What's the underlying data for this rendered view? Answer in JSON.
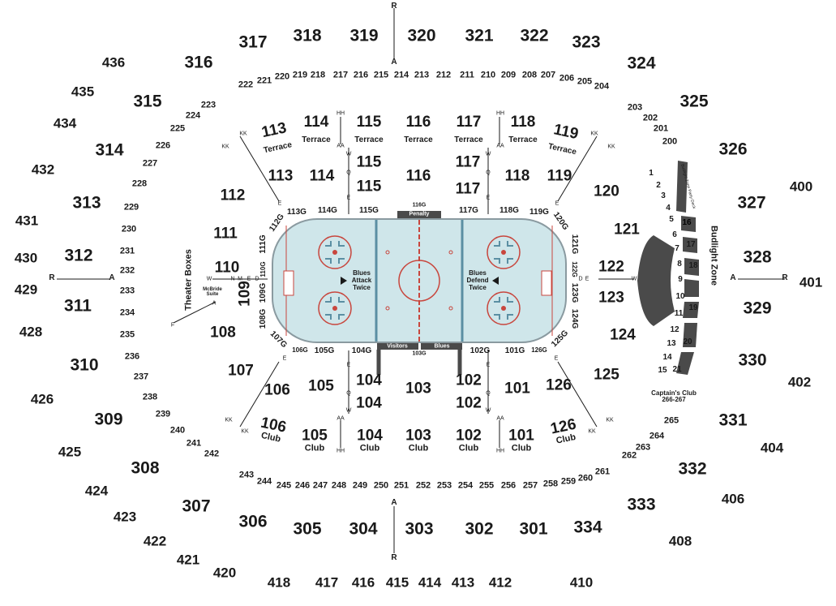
{
  "colors": {
    "ice": "#cfe6ea",
    "board": "#8a9aa0",
    "blue_line": "#5b8fa3",
    "red_line": "#c8463d",
    "dark_section": "#4a4a4a",
    "text": "#1a1a1a"
  },
  "labels": {
    "upper": {
      "s436": "436",
      "s435": "435",
      "s434": "434",
      "s432": "432",
      "s431": "431",
      "s430": "430",
      "s429": "429",
      "s428": "428",
      "s426": "426",
      "s425": "425",
      "s424": "424",
      "s423": "423",
      "s422": "422",
      "s421": "421",
      "s420": "420",
      "s418": "418",
      "s417": "417",
      "s416": "416",
      "s415": "415",
      "s414": "414",
      "s413": "413",
      "s412": "412",
      "s410": "410",
      "s400": "400",
      "s401": "401",
      "s402": "402",
      "s404": "404",
      "s406": "406",
      "s408": "408"
    },
    "middle": {
      "s317": "317",
      "s318": "318",
      "s319": "319",
      "s320": "320",
      "s321": "321",
      "s322": "322",
      "s323": "323",
      "s324": "324",
      "s316": "316",
      "s315": "315",
      "s314": "314",
      "s313": "313",
      "s312": "312",
      "s311": "311",
      "s310": "310",
      "s309": "309",
      "s308": "308",
      "s307": "307",
      "s306": "306",
      "s305": "305",
      "s304": "304",
      "s303": "303",
      "s302": "302",
      "s301": "301",
      "s334": "334",
      "s333": "333",
      "s332": "332",
      "s331": "331",
      "s330": "330",
      "s329": "329",
      "s328": "328",
      "s327": "327",
      "s326": "326",
      "s325": "325"
    },
    "two_hundreds": {
      "s222": "222",
      "s221": "221",
      "s220": "220",
      "s219": "219",
      "s218": "218",
      "s217": "217",
      "s216": "216",
      "s215": "215",
      "s214": "214",
      "s213": "213",
      "s212": "212",
      "s211": "211",
      "s210": "210",
      "s209": "209",
      "s208": "208",
      "s207": "207",
      "s206": "206",
      "s205": "205",
      "s204": "204",
      "s203": "203",
      "s202": "202",
      "s201": "201",
      "s200": "200",
      "s223": "223",
      "s224": "224",
      "s225": "225",
      "s226": "226",
      "s227": "227",
      "s228": "228",
      "s229": "229",
      "s230": "230",
      "s231": "231",
      "s232": "232",
      "s233": "233",
      "s234": "234",
      "s235": "235",
      "s236": "236",
      "s237": "237",
      "s238": "238",
      "s239": "239",
      "s240": "240",
      "s241": "241",
      "s242": "242",
      "s243": "243",
      "s244": "244",
      "s245": "245",
      "s246": "246",
      "s247": "247",
      "s248": "248",
      "s249": "249",
      "s250": "250",
      "s251": "251",
      "s252": "252",
      "s253": "253",
      "s254": "254",
      "s255": "255",
      "s256": "256",
      "s257": "257",
      "s258": "258",
      "s259": "259",
      "s260": "260",
      "s261": "261",
      "s262": "262",
      "s263": "263",
      "s264": "264",
      "s265": "265"
    },
    "lower": {
      "s114t": "114",
      "s115t": "115",
      "s116t": "116",
      "s117t": "117",
      "s118t": "118",
      "s113": "113",
      "s114": "114",
      "s115a": "115",
      "s115b": "115",
      "s116": "116",
      "s117a": "117",
      "s117b": "117",
      "s118": "118",
      "s119": "119",
      "s112": "112",
      "s120": "120",
      "s111": "111",
      "s121": "121",
      "s110": "110",
      "s122": "122",
      "s109": "109",
      "s123": "123",
      "s108": "108",
      "s124": "124",
      "s107": "107",
      "s125": "125",
      "s106": "106",
      "s126": "126",
      "s105": "105",
      "s104a": "104",
      "s104b": "104",
      "s103": "103",
      "s102a": "102",
      "s102b": "102",
      "s101": "101",
      "s105c": "105",
      "s104c": "104",
      "s103c": "103",
      "s102c": "102",
      "s101c": "101",
      "s113t": "113",
      "s119t": "119",
      "s106c": "106",
      "s126c": "126"
    },
    "terrace": "Terrace",
    "club": "Club",
    "glass": {
      "g113": "113G",
      "g114": "114G",
      "g115": "115G",
      "g116": "116G",
      "g117": "117G",
      "g118": "118G",
      "g119": "119G",
      "g112": "112G",
      "g120": "120G",
      "g111": "111G",
      "g121": "121G",
      "g110": "110G",
      "g122": "122G",
      "g109": "109G",
      "g123": "123G",
      "g108": "108G",
      "g124": "124G",
      "g107": "107G",
      "g125": "125G",
      "g106": "106G",
      "g105": "105G",
      "g104": "104G",
      "g103": "103G",
      "g102": "102G",
      "g101": "101G",
      "g126": "126G"
    },
    "benches": {
      "penalty": "Penalty",
      "visitors": "Visitors",
      "blues": "Blues"
    },
    "ice_text": {
      "attack": "Blues\nAttack\nTwice",
      "defend": "Blues\nDefend\nTwice"
    },
    "zones": {
      "theater_boxes": "Theater Boxes",
      "mcbride": "McBride\nSuite",
      "budlight_zone": "Budlight Zone",
      "budlight_party": "Budlight Zone Party Deck",
      "captains_club": "Captain's Club\n266-267"
    },
    "budlight_nums": [
      "1",
      "2",
      "3",
      "4",
      "5",
      "6",
      "7",
      "8",
      "9",
      "10",
      "11",
      "12",
      "13",
      "14",
      "15",
      "16",
      "17",
      "18",
      "19",
      "20",
      "21"
    ],
    "rows": {
      "R": "R",
      "A": "A",
      "HH": "HH",
      "AA": "AA",
      "KK": "KK",
      "W": "W",
      "Q": "Q",
      "E": "E",
      "D": "D",
      "N": "N",
      "M": "M",
      "F": "F"
    }
  }
}
